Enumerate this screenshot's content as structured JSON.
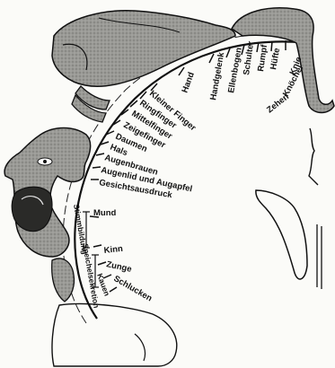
{
  "labels": {
    "zehen": "Zehen",
    "knoechel": "Knöchel",
    "knie": "Knie",
    "huefte": "Hüfte",
    "rumpf": "Rumpf",
    "schulter": "Schulter",
    "ellenbogen": "Ellenbogen",
    "handgelenk": "Handgelenk",
    "hand": "Hand",
    "kleiner_finger": "Kleiner Finger",
    "ringfinger": "Ringfinger",
    "mittelfinger": "Mittelfinger",
    "zeigefinger": "Zeigefinger",
    "daumen": "Daumen",
    "hals": "Hals",
    "augenbrauen": "Augenbrauen",
    "augenlid": "Augenlid und Augapfel",
    "gesichtsausdruck": "Gesichtsausdruck",
    "mund": "Mund",
    "kinn": "Kinn",
    "zunge": "Zunge",
    "schlucken": "Schlucken",
    "kauen": "Kauen",
    "stimmbildung": "Stimmbildung",
    "speichelsekretion": "Speichelsekretion"
  }
}
